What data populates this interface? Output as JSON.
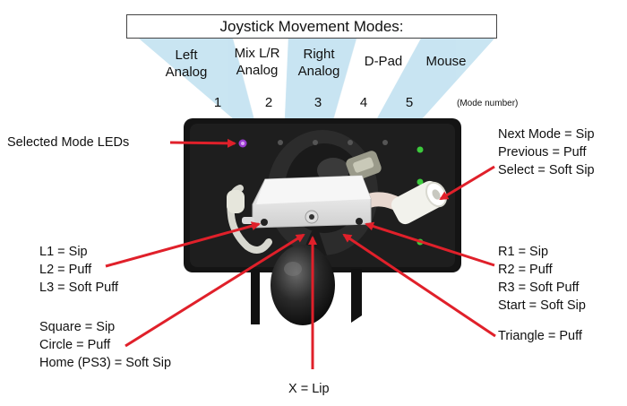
{
  "title": "Joystick Movement Modes:",
  "modes": [
    {
      "label_line1": "Left",
      "label_line2": "Analog",
      "number": "1"
    },
    {
      "label_line1": "Mix L/R",
      "label_line2": "Analog",
      "number": "2"
    },
    {
      "label_line1": "Right",
      "label_line2": "Analog",
      "number": "3"
    },
    {
      "label_line1": "D-Pad",
      "label_line2": "",
      "number": "4"
    },
    {
      "label_line1": "Mouse",
      "label_line2": "",
      "number": "5"
    }
  ],
  "mode_number_note": "(Mode number)",
  "callouts": {
    "selected_mode_leds": "Selected Mode LEDs",
    "next_mode": "Next Mode = Sip",
    "previous": "Previous = Puff",
    "select": "Select = Soft Sip",
    "l1": "L1 = Sip",
    "l2": "L2 = Puff",
    "l3": "L3 = Soft Puff",
    "r1": "R1 = Sip",
    "r2": "R2 = Puff",
    "r3": "R3 = Soft Puff",
    "start": "Start = Soft Sip",
    "square": "Square = Sip",
    "circle": "Circle = Puff",
    "home": "Home (PS3) = Soft Sip",
    "triangle": "Triangle = Puff",
    "x": "X = Lip"
  },
  "colors": {
    "arrow": "#e0202a",
    "fan": "#bfe0f0",
    "housing": "#141414",
    "led_purple": "#9b3bd0",
    "led_green": "#3cc93c"
  }
}
